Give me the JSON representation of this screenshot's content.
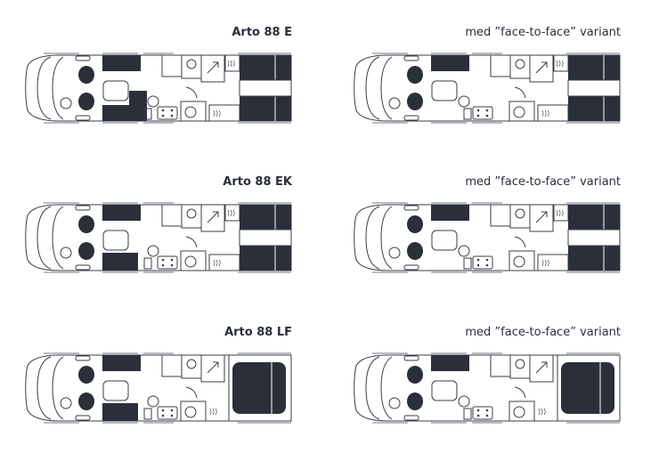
{
  "colors": {
    "ink": "#2b2f3a",
    "line": "#3a3d45",
    "window": "#b9bcc2"
  },
  "rows": [
    {
      "model": "Arto 88 E",
      "variant": "med ”face-to-face” variant",
      "layout": "E"
    },
    {
      "model": "Arto 88 EK",
      "variant": "med ”face-to-face” variant",
      "layout": "EK"
    },
    {
      "model": "Arto 88 LF",
      "variant": "med ”face-to-face” variant",
      "layout": "LF"
    }
  ]
}
